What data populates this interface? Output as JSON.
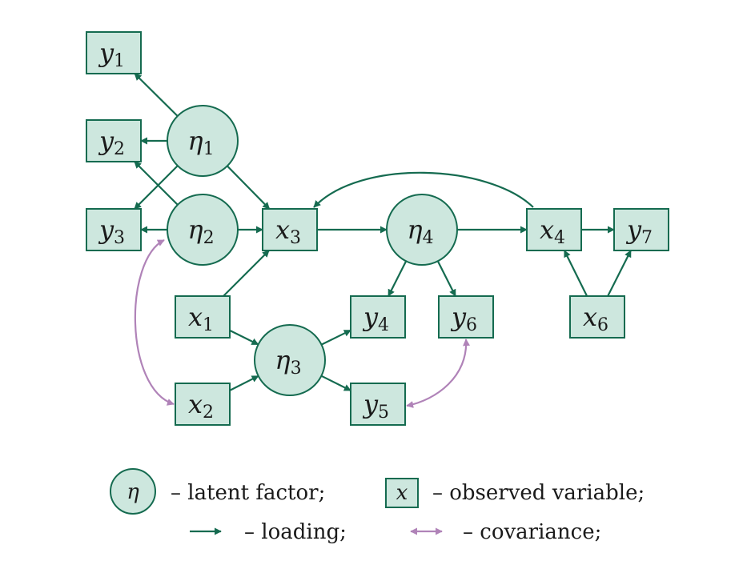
{
  "nodes": {
    "y1": {
      "var": "y",
      "index": "1",
      "shape": "box"
    },
    "y2": {
      "var": "y",
      "index": "2",
      "shape": "box"
    },
    "y3": {
      "var": "y",
      "index": "3",
      "shape": "box"
    },
    "eta1": {
      "var": "η",
      "index": "1",
      "shape": "circle"
    },
    "eta2": {
      "var": "η",
      "index": "2",
      "shape": "circle"
    },
    "x3": {
      "var": "x",
      "index": "3",
      "shape": "box"
    },
    "eta4": {
      "var": "η",
      "index": "4",
      "shape": "circle"
    },
    "x4": {
      "var": "x",
      "index": "4",
      "shape": "box"
    },
    "y7": {
      "var": "y",
      "index": "7",
      "shape": "box"
    },
    "x1": {
      "var": "x",
      "index": "1",
      "shape": "box"
    },
    "y4": {
      "var": "y",
      "index": "4",
      "shape": "box"
    },
    "y6": {
      "var": "y",
      "index": "6",
      "shape": "box"
    },
    "x6": {
      "var": "x",
      "index": "6",
      "shape": "box"
    },
    "eta3": {
      "var": "η",
      "index": "3",
      "shape": "circle"
    },
    "x2": {
      "var": "x",
      "index": "2",
      "shape": "box"
    },
    "y5": {
      "var": "y",
      "index": "5",
      "shape": "box"
    }
  },
  "loadings": [
    {
      "from": "eta1",
      "to": "y1"
    },
    {
      "from": "eta1",
      "to": "y2"
    },
    {
      "from": "eta1",
      "to": "y3"
    },
    {
      "from": "eta1",
      "to": "x3"
    },
    {
      "from": "eta2",
      "to": "y2"
    },
    {
      "from": "eta2",
      "to": "y3"
    },
    {
      "from": "eta2",
      "to": "x3"
    },
    {
      "from": "x3",
      "to": "eta4"
    },
    {
      "from": "eta4",
      "to": "x4"
    },
    {
      "from": "x4",
      "to": "x3"
    },
    {
      "from": "x4",
      "to": "y7"
    },
    {
      "from": "eta4",
      "to": "y4"
    },
    {
      "from": "eta4",
      "to": "y6"
    },
    {
      "from": "x6",
      "to": "x4"
    },
    {
      "from": "x6",
      "to": "y7"
    },
    {
      "from": "x1",
      "to": "x3"
    },
    {
      "from": "x1",
      "to": "eta3"
    },
    {
      "from": "x2",
      "to": "eta3"
    },
    {
      "from": "eta3",
      "to": "y4"
    },
    {
      "from": "eta3",
      "to": "y5"
    }
  ],
  "covariances": [
    {
      "a": "eta2",
      "b": "x2"
    },
    {
      "a": "y6",
      "b": "y5"
    }
  ],
  "legend": {
    "latent_symbol": "η",
    "latent_label": "– latent factor;",
    "observed_symbol": "x",
    "observed_label": "– observed variable;",
    "loading_label": "– loading;",
    "covariance_label": "– covariance;"
  },
  "colors": {
    "fill": "#cde7de",
    "stroke": "#156b50",
    "loading": "#156b50",
    "covariance": "#b083b8"
  }
}
